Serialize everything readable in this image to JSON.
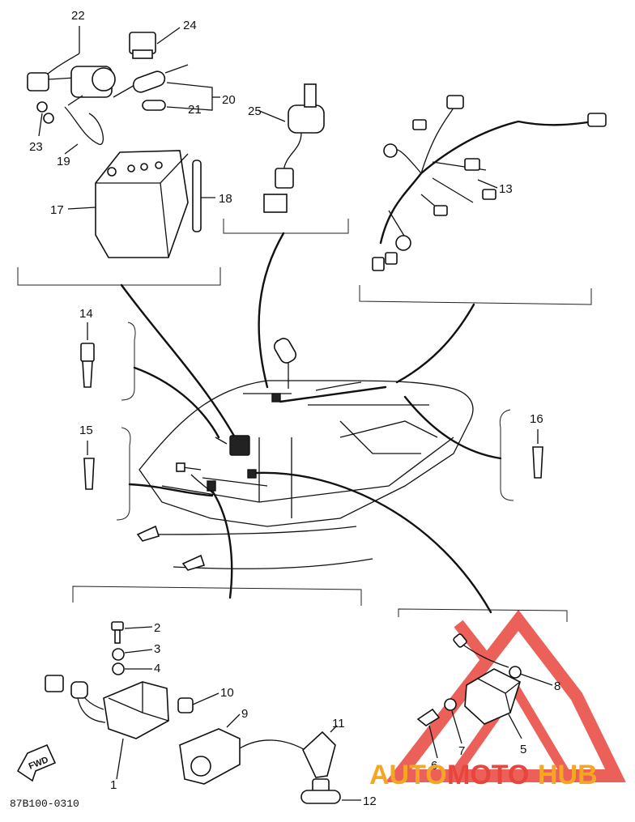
{
  "diagram": {
    "code": "87B100-0310",
    "fwd_label": "FWD",
    "callouts": [
      {
        "id": "1",
        "text": "1"
      },
      {
        "id": "2",
        "text": "2"
      },
      {
        "id": "3",
        "text": "3"
      },
      {
        "id": "4",
        "text": "4"
      },
      {
        "id": "5",
        "text": "5"
      },
      {
        "id": "6",
        "text": "6"
      },
      {
        "id": "7",
        "text": "7"
      },
      {
        "id": "8",
        "text": "8"
      },
      {
        "id": "9",
        "text": "9"
      },
      {
        "id": "10",
        "text": "10"
      },
      {
        "id": "11",
        "text": "11"
      },
      {
        "id": "12",
        "text": "12"
      },
      {
        "id": "13",
        "text": "13"
      },
      {
        "id": "14",
        "text": "14"
      },
      {
        "id": "15",
        "text": "15"
      },
      {
        "id": "16",
        "text": "16"
      },
      {
        "id": "17",
        "text": "17"
      },
      {
        "id": "18",
        "text": "18"
      },
      {
        "id": "19",
        "text": "19"
      },
      {
        "id": "20",
        "text": "20"
      },
      {
        "id": "21",
        "text": "21"
      },
      {
        "id": "22",
        "text": "22"
      },
      {
        "id": "23",
        "text": "23"
      },
      {
        "id": "24",
        "text": "24"
      },
      {
        "id": "25",
        "text": "25"
      }
    ]
  },
  "watermark": {
    "part1": "AUTO",
    "part2": "MOTO",
    "part3": "HUB",
    "colors": {
      "orange": "#f5a623",
      "red": "#e8453c"
    }
  }
}
